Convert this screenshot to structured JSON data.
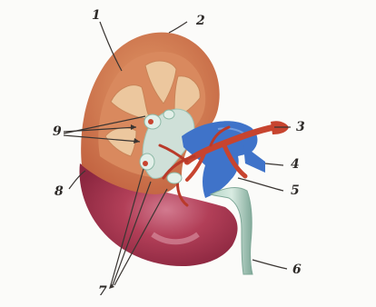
{
  "labels": {
    "l1": "1",
    "l2": "2",
    "l3": "3",
    "l4": "4",
    "l5": "5",
    "l6": "6",
    "l7": "7",
    "l8": "8",
    "l9": "9"
  },
  "colors": {
    "cortex": "#c9704a",
    "medulla": "#d98a5f",
    "pyramid": "#e9c39a",
    "capsule_lower": "#a2324a",
    "artery": "#c7442f",
    "vein": "#3d72c8",
    "pelvis": "#cfe0d8",
    "ureter": "#8fb9aa",
    "ink": "#2d2a28"
  }
}
